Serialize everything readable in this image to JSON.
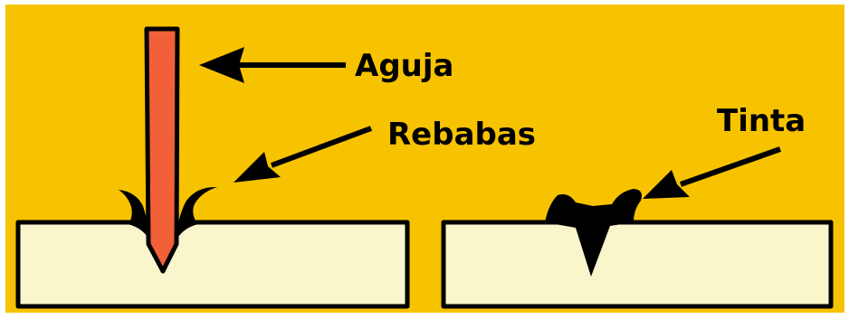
{
  "labels": {
    "needle": "Aguja",
    "burrs": "Rebabas",
    "ink": "Tinta"
  },
  "colors": {
    "background": "#F7C300",
    "needle": "#F2603A",
    "surface": "#FAF6CC",
    "outline": "#000000",
    "frame": "#ffffff"
  }
}
